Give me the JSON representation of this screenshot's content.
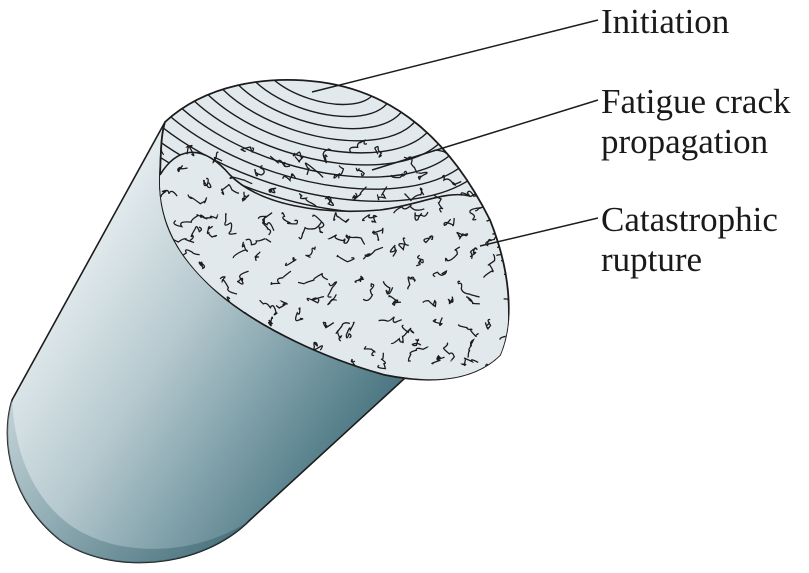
{
  "labels": {
    "initiation": "Initiation",
    "propagation_line1": "Fatigue crack",
    "propagation_line2": "propagation",
    "rupture_line1": "Catastrophic",
    "rupture_line2": "rupture"
  },
  "colors": {
    "cylinder_light": "#e9eff2",
    "cylinder_mid": "#9fb8c0",
    "cylinder_dark": "#3f6e7a",
    "fracture_face": "#dfe6e9",
    "outline": "#1c1c1c"
  }
}
